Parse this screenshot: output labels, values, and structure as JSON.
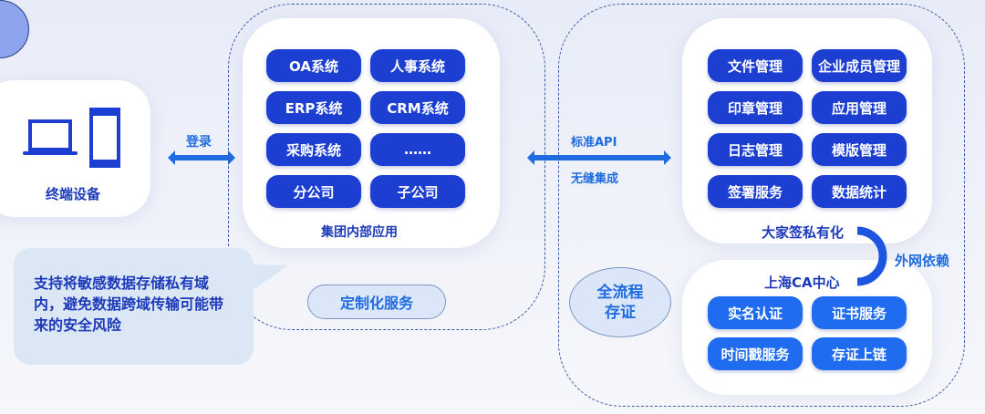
{
  "terminal": {
    "label": "终端设备"
  },
  "login_arrow": {
    "label": "登录"
  },
  "group_apps": {
    "title": "集团内部应用",
    "items": [
      "OA系统",
      "人事系统",
      "ERP系统",
      "CRM系统",
      "采购系统",
      "……",
      "分公司",
      "子公司"
    ]
  },
  "callout": {
    "text": "支持将敏感数据存储私有域内，避免数据跨域传输可能带来的安全风险"
  },
  "custom_service": {
    "label": "定制化服务"
  },
  "api_arrow": {
    "top_label": "标准API",
    "bottom_label": "无缝集成"
  },
  "private": {
    "title": "大家签私有化",
    "items": [
      "文件管理",
      "企业成员管理",
      "印章管理",
      "应用管理",
      "日志管理",
      "模版管理",
      "签署服务",
      "数据统计"
    ]
  },
  "dependency": {
    "label": "外网依赖"
  },
  "ca": {
    "title": "上海CA中心",
    "items": [
      "实名认证",
      "证书服务",
      "时间戳服务",
      "存证上链"
    ]
  },
  "evidence": {
    "label_line1": "全流程",
    "label_line2": "存证"
  },
  "colors": {
    "button": "#1c3fd1",
    "button_light": "#1f6cf0",
    "accent": "#1f6ce0"
  }
}
